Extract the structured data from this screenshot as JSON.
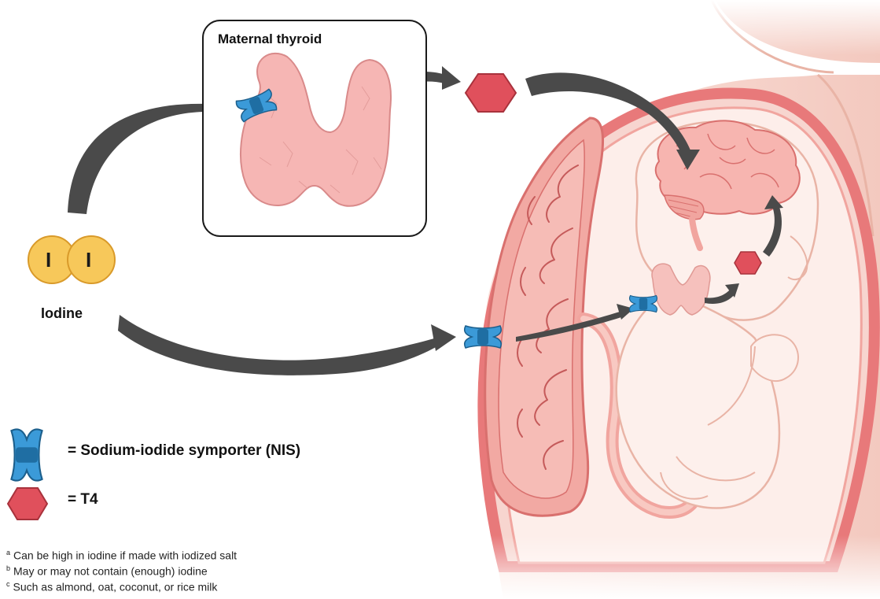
{
  "labels": {
    "maternal_thyroid": "Maternal thyroid",
    "iodine": "Iodine",
    "iodine_atom_letter": "I",
    "legend_nis": "= Sodium-iodide symporter (NIS)",
    "legend_t4": "= T4"
  },
  "footnotes": [
    {
      "mark": "a",
      "text": "Can be high in iodine if made with iodized salt"
    },
    {
      "mark": "b",
      "text": "May or may not contain (enough) iodine"
    },
    {
      "mark": "c",
      "text": "Such as almond, oat, coconut, or rice milk"
    }
  ],
  "colors": {
    "arrow": "#4a4a4a",
    "nis": "#3b9ad8",
    "nis_dark": "#1c5f8c",
    "t4": "#e0505c",
    "t4_dark": "#a8323c",
    "iodine": "#f7c85a",
    "iodine_stroke": "#d99a2a",
    "thyroid": "#f2b0b0",
    "uterus_wall": "#e8797a",
    "skin": "#fbe9e5"
  }
}
